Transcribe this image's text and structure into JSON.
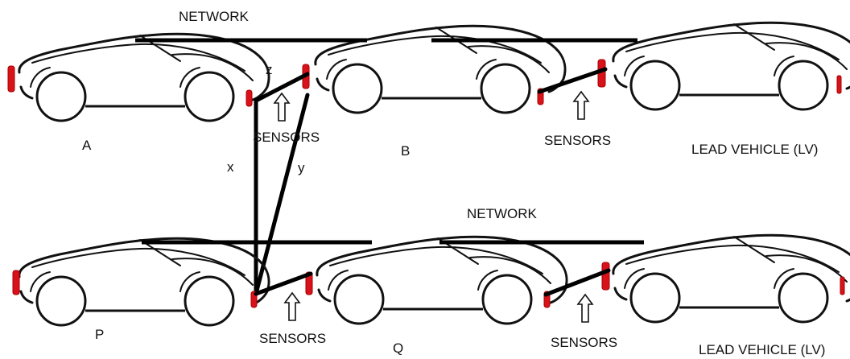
{
  "labels": {
    "network_top": "NETWORK",
    "network_bottom": "NETWORK",
    "car_a": "A",
    "car_b": "B",
    "lead_top": "LEAD VEHICLE (LV)",
    "car_p": "P",
    "car_q": "Q",
    "lead_bottom": "LEAD VEHICLE (LV)",
    "sensors_top_1": "SENSORS",
    "sensors_top_2": "SENSORS",
    "sensors_bottom_1": "SENSORS",
    "sensors_bottom_2": "SENSORS",
    "link_x": "x",
    "link_y": "y",
    "link_z": "z"
  },
  "colors": {
    "tail_light": "#d8121a",
    "line": "#000000"
  }
}
